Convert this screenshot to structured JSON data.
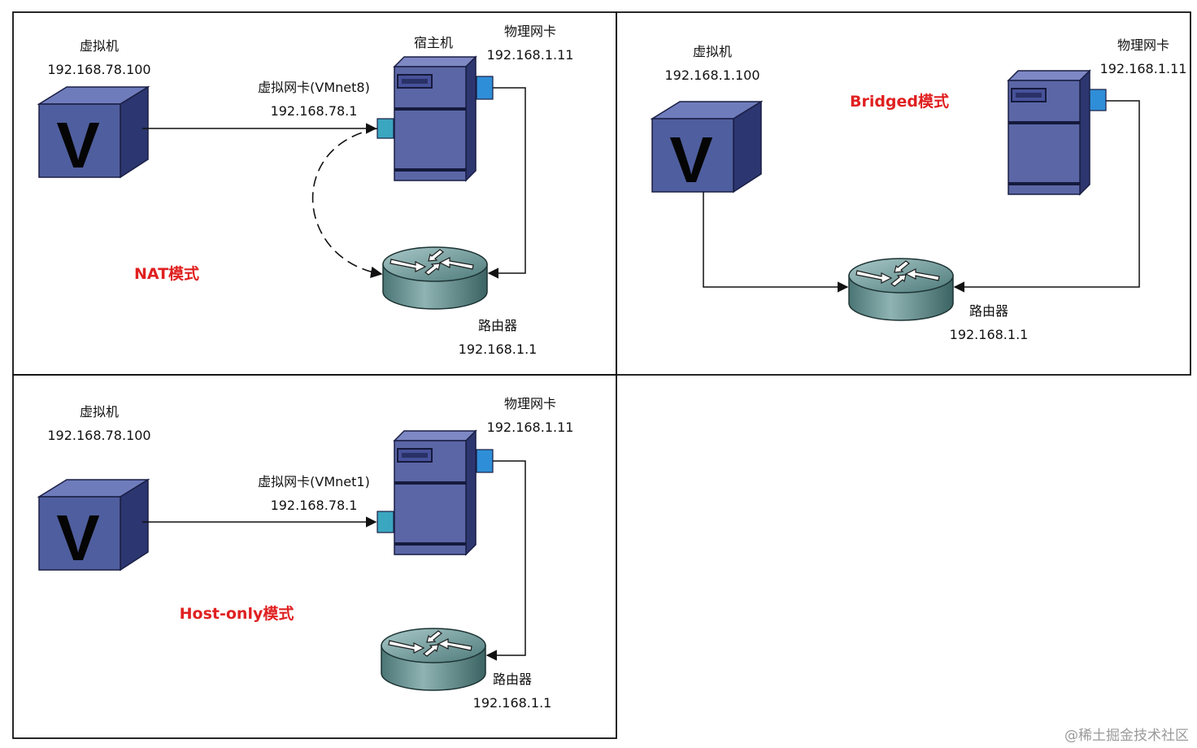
{
  "panels": {
    "nat": {
      "mode_label": "NAT模式",
      "vm_title": "虚拟机",
      "vm_ip": "192.168.78.100",
      "host_title": "宿主机",
      "vnic_title": "虚拟网卡(VMnet8)",
      "vnic_ip": "192.168.78.1",
      "pnic_title": "物理网卡",
      "pnic_ip": "192.168.1.11",
      "router_title": "路由器",
      "router_ip": "192.168.1.1"
    },
    "bridged": {
      "mode_label": "Bridged模式",
      "vm_title": "虚拟机",
      "vm_ip": "192.168.1.100",
      "pnic_title": "物理网卡",
      "pnic_ip": "192.168.1.11",
      "router_title": "路由器",
      "router_ip": "192.168.1.1"
    },
    "hostonly": {
      "mode_label": "Host-only模式",
      "vm_title": "虚拟机",
      "vm_ip": "192.168.78.100",
      "vnic_title": "虚拟网卡(VMnet1)",
      "vnic_ip": "192.168.78.1",
      "pnic_title": "物理网卡",
      "pnic_ip": "192.168.1.11",
      "router_title": "路由器",
      "router_ip": "192.168.1.1"
    }
  },
  "vm_icon_letter": "V",
  "watermark": "@稀土掘金技术社区",
  "colors": {
    "mode_label": "#e02020",
    "vm_front": "#4f5e9e",
    "vm_top": "#6f7cbc",
    "vm_side": "#2c3670",
    "server_front": "#5b66a6",
    "nic_blue": "#2f8ed8",
    "nic_teal": "#3aa6c0",
    "router": "#6e9898"
  }
}
